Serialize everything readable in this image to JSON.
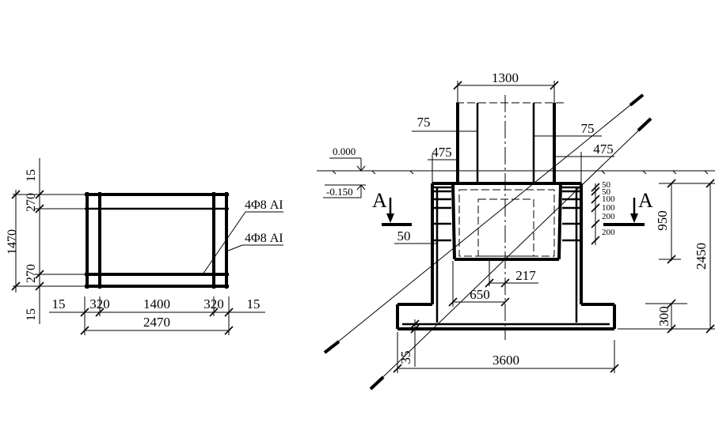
{
  "left_plan": {
    "vertical_dims": [
      "15",
      "270",
      "1470",
      "270",
      "15"
    ],
    "horizontal_dims": [
      "15",
      "320",
      "1400",
      "320",
      "15"
    ],
    "overall_width": "2470",
    "rebar_labels": [
      "4Φ8 AI",
      "4Φ8 AI"
    ]
  },
  "section": {
    "top_width": "1300",
    "wall_left": "75",
    "wall_right": "75",
    "offset_left": "475",
    "offset_right": "475",
    "elevation_ground": "0.000",
    "elevation_inner": "-0.150",
    "section_mark_left": "A",
    "section_mark_right": "A",
    "cover_dim": "50",
    "stirrup_spacing": [
      "50",
      "50",
      "100",
      "100",
      "200",
      "200"
    ],
    "inner_offset": "217",
    "inner_width": "650",
    "base_width": "3600",
    "base_edge": "35",
    "height_upper": "950",
    "height_total": "2450",
    "base_thickness": "300"
  }
}
